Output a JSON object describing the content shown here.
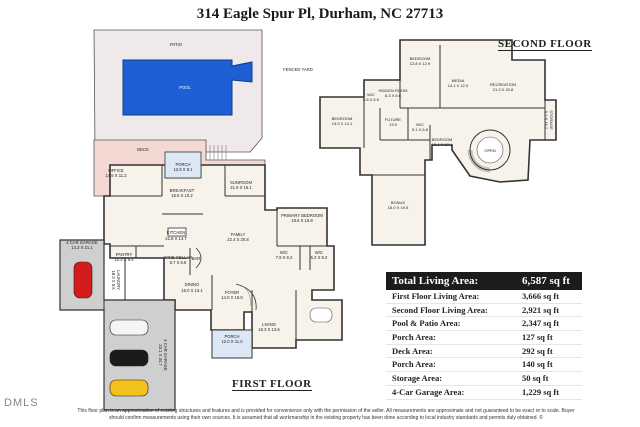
{
  "title": "314 Eagle Spur Pl, Durham, NC 27713",
  "second_floor_label": "SECOND FLOOR",
  "first_floor_label": "FIRST FLOOR",
  "colors": {
    "pool": "#1e5fd6",
    "patio": "#efe9e9",
    "deck": "#f3d9d2",
    "garage": "#cfcfcf",
    "room_fill": "#f7f3ea",
    "wall": "#333333",
    "porch": "#dde8f6"
  },
  "first_floor_rooms": [
    {
      "name": "PATIO",
      "dims": ""
    },
    {
      "name": "POOL",
      "dims": ""
    },
    {
      "name": "FENCED YARD",
      "dims": ""
    },
    {
      "name": "DECK",
      "dims": ""
    },
    {
      "name": "OFFICE",
      "dims": "14.5 X 11.2"
    },
    {
      "name": "PORCH",
      "dims": "13.9 X 9.1"
    },
    {
      "name": "BREAKFAST",
      "dims": "15.6 X 10.2"
    },
    {
      "name": "SUNROOM",
      "dims": "21.9 X 15.1"
    },
    {
      "name": "KITCHEN",
      "dims": "22.8 X 14.7"
    },
    {
      "name": "FAMILY",
      "dims": "22.4 X 20.8"
    },
    {
      "name": "PRIMARY BEDROOM",
      "dims": "18.6 X 15.8"
    },
    {
      "name": "PANTRY",
      "dims": "10.3 X 9.4"
    },
    {
      "name": "WINE CELLAR",
      "dims": "8.7 X 6.8"
    },
    {
      "name": "BAR",
      "dims": ""
    },
    {
      "name": "W/C",
      "dims": "7.9 X 9.2"
    },
    {
      "name": "W/C",
      "dims": "5.2 X 9.2"
    },
    {
      "name": "LAUNDRY",
      "dims": "18.3 X 9.6"
    },
    {
      "name": "DINING",
      "dims": "16.0 X 13.1"
    },
    {
      "name": "FOYER",
      "dims": "14.0 X 19.0"
    },
    {
      "name": "LIVING",
      "dims": "16.3 X 13.6"
    },
    {
      "name": "PORCH",
      "dims": "12.0 X 11.0"
    },
    {
      "name": "4 CAR GARAGE",
      "dims": "14.3 X 21.1"
    },
    {
      "name": "4 CAR GARAGE",
      "dims": "23.1 X 34.7"
    }
  ],
  "second_floor_rooms": [
    {
      "name": "BEDROOM",
      "dims": "12.8 X 12.9"
    },
    {
      "name": "MEDIA",
      "dims": "14.1 X 12.0"
    },
    {
      "name": "RECREATION",
      "dims": "21.3 X 20.8"
    },
    {
      "name": "W/C",
      "dims": "5.8 X 6.6"
    },
    {
      "name": "HIDDEN ROOM",
      "dims": "8.3 X 8.6"
    },
    {
      "name": "STORAGE",
      "dims": "9.1 X 16.2"
    },
    {
      "name": "BEDROOM",
      "dims": "14.0 X 14.1"
    },
    {
      "name": "FUTURE",
      "dims": "13.9"
    },
    {
      "name": "W/C",
      "dims": "5.1 X 6.8"
    },
    {
      "name": "BEDROOM",
      "dims": "13.1 X 12.1"
    },
    {
      "name": "OPEN",
      "dims": ""
    },
    {
      "name": "BONUS",
      "dims": "16.0 X 19.5"
    }
  ],
  "stats": {
    "total": {
      "label": "Total Living Area:",
      "value": "6,587 sq ft"
    },
    "rows": [
      {
        "label": "First Floor Living Area:",
        "value": "3,666 sq ft"
      },
      {
        "label": "Second Floor Living Area:",
        "value": "2,921 sq ft"
      },
      {
        "label": "Pool & Patio Area:",
        "value": "2,347 sq ft"
      },
      {
        "label": "Porch Area:",
        "value": "127 sq ft"
      },
      {
        "label": "Deck Area:",
        "value": "292 sq ft"
      },
      {
        "label": "Porch Area:",
        "value": "140 sq ft"
      },
      {
        "label": "Storage Area:",
        "value": "50 sq ft"
      },
      {
        "label": "4-Car Garage Area:",
        "value": "1,229 sq ft"
      }
    ]
  },
  "disclaimer": "This floor plan is an approximation of existing structures and features and is provided for convenience only with the permission of the seller. All measurements are approximate and not guaranteed to be exact or to scale. Buyer should confirm measurements using their own sources. It is assumed that all workmanship in the existing property has been done according to local industry standards and permits duly obtained. ©",
  "watermark": "DMLS"
}
